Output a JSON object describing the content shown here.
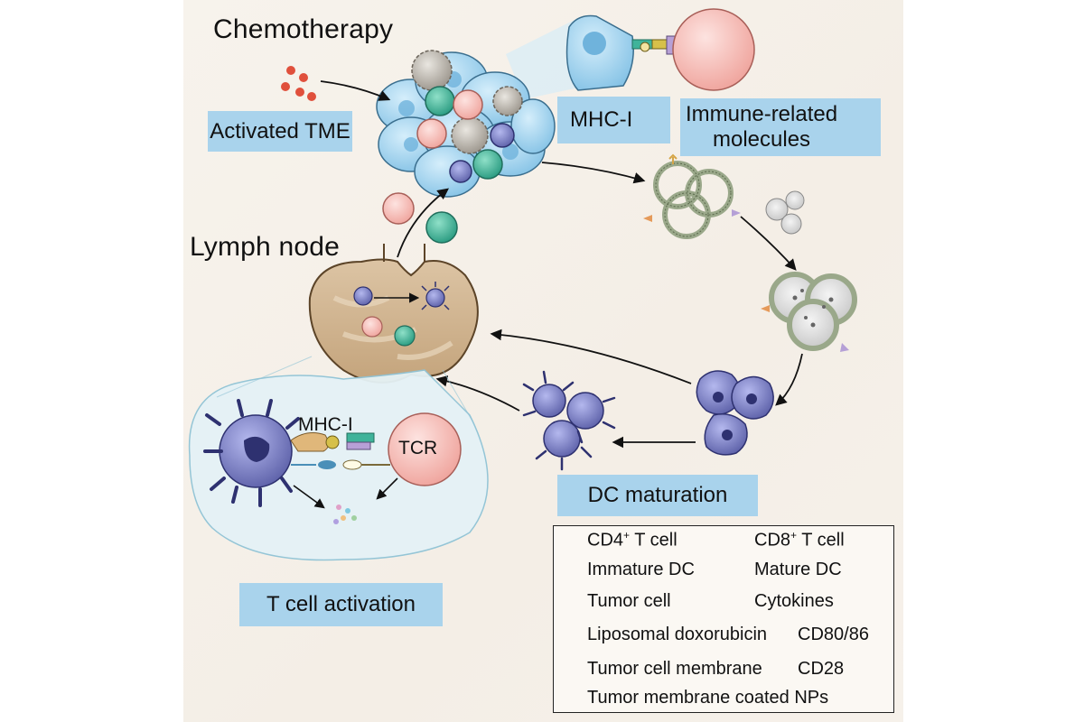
{
  "labels": {
    "chemotherapy": "Chemotherapy",
    "activated_tme": "Activated TME",
    "mhc_i_top": "MHC-I",
    "immune_related_1": "Immune-related",
    "immune_related_2": "molecules",
    "lymph_node": "Lymph node",
    "mhc_i_inset": "MHC-I",
    "tcr": "TCR",
    "dc_maturation": "DC maturation",
    "t_cell_activation": "T cell activation"
  },
  "legend": [
    {
      "icon": "cd4-t-cell-icon",
      "label": "CD4",
      "sup": "+",
      "suffix": " T cell"
    },
    {
      "icon": "cd8-t-cell-icon",
      "label": "CD8",
      "sup": "+",
      "suffix": " T cell"
    },
    {
      "icon": "immature-dc-icon",
      "label": "Immature DC"
    },
    {
      "icon": "mature-dc-icon",
      "label": "Mature DC"
    },
    {
      "icon": "tumor-cell-icon",
      "label": "Tumor cell"
    },
    {
      "icon": "cytokines-icon",
      "label": "Cytokines"
    },
    {
      "icon": "liposomal-doxorubicin-icon",
      "label": "Liposomal doxorubicin"
    },
    {
      "icon": "cd80-86-icon",
      "label": "CD80/86"
    },
    {
      "icon": "tumor-cell-membrane-icon",
      "label": "Tumor cell membrane"
    },
    {
      "icon": "cd28-icon",
      "label": "CD28"
    },
    {
      "icon": "tumor-membrane-coated-nps-icon",
      "label": "Tumor membrane coated NPs"
    }
  ],
  "colors": {
    "label_box": "#a9d3ec",
    "cd4_t_cell": "#3fb39a",
    "cd8_t_cell": "#f5b5b0",
    "dendritic_cell": "#7b7fc4",
    "tumor_cell": "#a8d6f0",
    "doxorubicin": "#e0503c",
    "up_arrow": "#c62828",
    "lymph_node": "#c9a77c"
  }
}
